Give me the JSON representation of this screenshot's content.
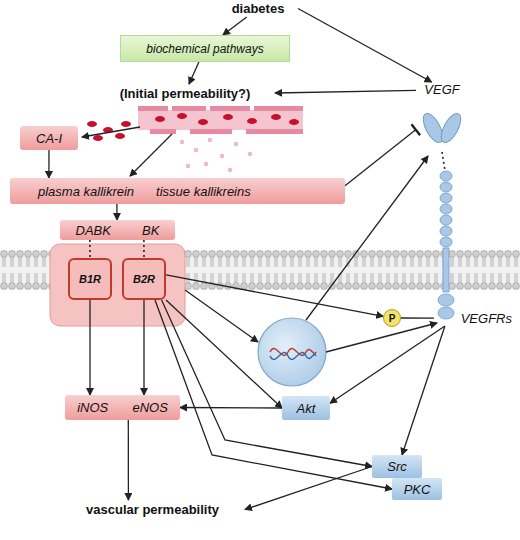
{
  "diagram": {
    "nodes": [
      {
        "text": [
          "diabetes"
        ]
      },
      {
        "text": [
          "biochemical pathways"
        ]
      },
      {
        "text": [
          "(Initial permeability?)"
        ]
      },
      {
        "text": [
          "VEGF"
        ]
      },
      {
        "text": [
          "CA-I"
        ]
      },
      {
        "text": [
          "plasma kallikrein",
          "tissue kallikreins"
        ]
      },
      {
        "text": [
          "DABK",
          "BK"
        ]
      },
      {
        "text": [
          "B1R"
        ]
      },
      {
        "text": [
          "B2R"
        ]
      },
      {
        "text": [
          "P"
        ]
      },
      {
        "text": [
          "VEGFRs"
        ]
      },
      {
        "text": [
          "iNOS",
          "eNOS"
        ]
      },
      {
        "text": [
          "Akt"
        ]
      },
      {
        "text": [
          "Src"
        ]
      },
      {
        "text": [
          "PKC"
        ]
      },
      {
        "text": [
          "vascular permeability"
        ]
      }
    ],
    "edges": [
      {
        "from": 0,
        "to": 1,
        "arrow": "to"
      },
      {
        "from": 0,
        "to": 3,
        "arrow": "to"
      },
      {
        "from": 1,
        "to": 2,
        "arrow": "to"
      },
      {
        "from": 3,
        "to": 2,
        "arrow": "to"
      },
      {
        "from": 4,
        "to": 5,
        "arrow": "to"
      },
      {
        "from": 5,
        "to": 3,
        "arrow": "to"
      },
      {
        "from": 5,
        "to": 6,
        "arrow": "to"
      },
      {
        "from": 6,
        "to": 7,
        "arrow": "none"
      },
      {
        "from": 6,
        "to": 8,
        "arrow": "none"
      },
      {
        "from": 7,
        "to": 11,
        "arrow": "to"
      },
      {
        "from": 8,
        "to": 11,
        "arrow": "to"
      },
      {
        "from": 8,
        "to": 9,
        "arrow": "to"
      },
      {
        "from": 8,
        "to": 12,
        "arrow": "to"
      },
      {
        "from": 8,
        "to": 13,
        "arrow": "to"
      },
      {
        "from": 8,
        "to": 14,
        "arrow": "to"
      },
      {
        "from": 3,
        "to": 10,
        "arrow": "none"
      },
      {
        "from": 9,
        "to": 10,
        "arrow": "none"
      },
      {
        "from": 10,
        "to": 12,
        "arrow": "to"
      },
      {
        "from": 10,
        "to": 13,
        "arrow": "to"
      },
      {
        "from": 12,
        "to": 11,
        "arrow": "to"
      },
      {
        "from": 11,
        "to": 15,
        "arrow": "to"
      },
      {
        "from": 13,
        "to": 15,
        "arrow": "to"
      }
    ]
  }
}
